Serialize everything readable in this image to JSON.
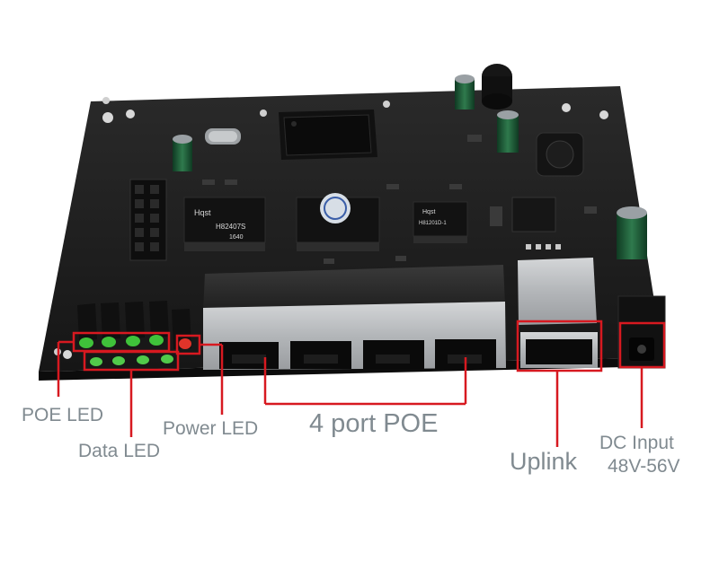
{
  "labels": {
    "poe_led": "POE  LED",
    "data_led": "Data LED",
    "power_led": "Power  LED",
    "four_port_poe": "4 port POE",
    "uplink": "Uplink",
    "dc_input": "DC   Input",
    "voltage": "48V-56V"
  },
  "chip_markings": {
    "magnetics_1_brand": "Hqst",
    "magnetics_1_part": "H82407S",
    "magnetics_1_date": "1640",
    "magnetics_3_brand": "Hqst",
    "magnetics_3_part": "H81201D-1"
  },
  "colors": {
    "annotation_red": "#d71920",
    "label_gray": "#808a90",
    "pcb_black": "#1c1c1c",
    "led_green": "#3fc23a",
    "led_red": "#e0342a",
    "port_metal": "#b9bcbf"
  }
}
